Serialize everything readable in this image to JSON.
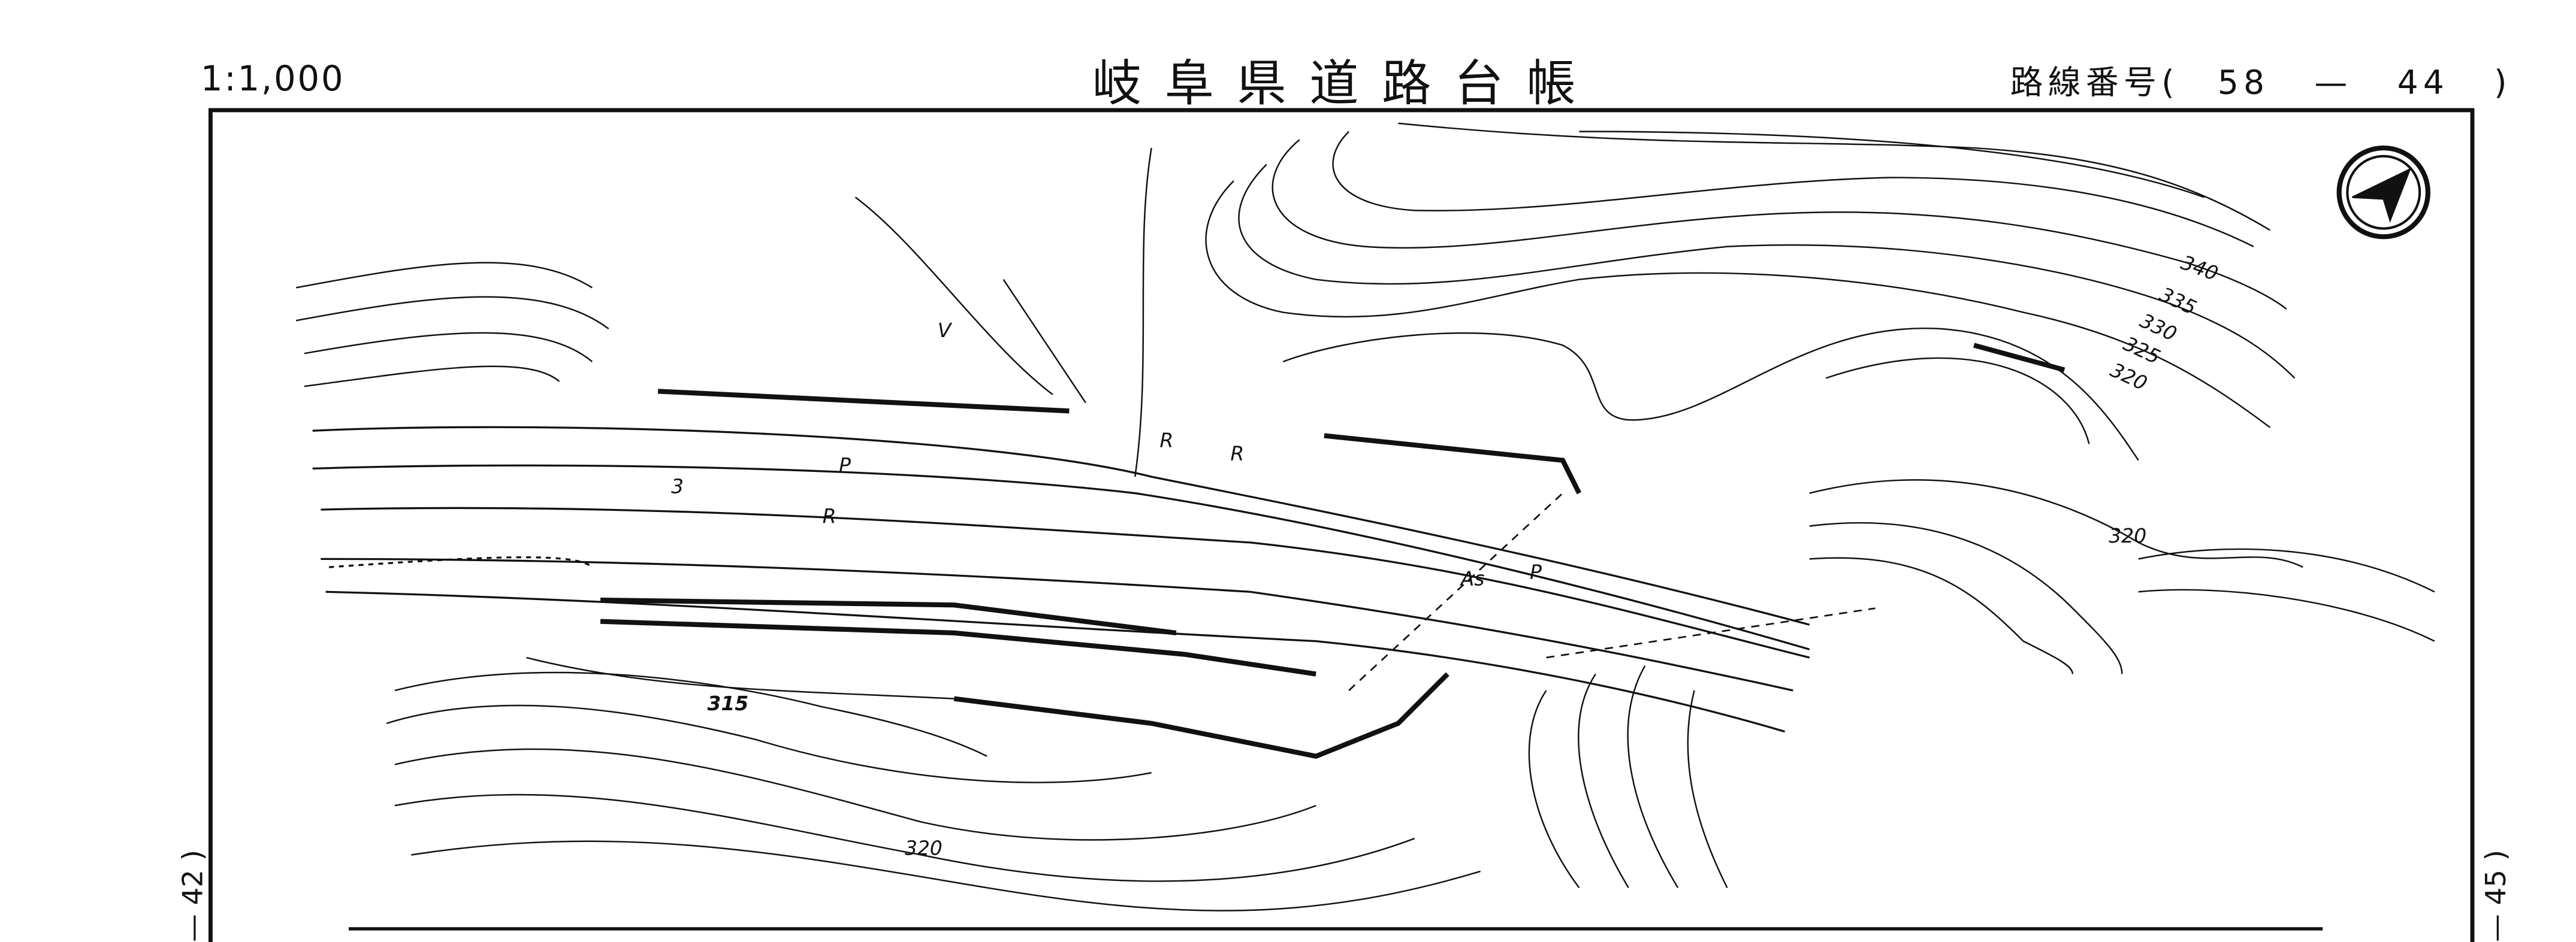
{
  "header": {
    "scale": "1:1,000",
    "title": "岐阜県道路台帳",
    "route_label": "路線番号",
    "route_open": "(",
    "route_major": "58",
    "route_dash": "—",
    "route_minor": "44",
    "route_close": ")"
  },
  "adjacent_sheets": {
    "left": "— 42 )",
    "right": "— 45 )"
  },
  "map": {
    "north_arrow": "north-arrow-icon",
    "contour_labels": [
      "340",
      "335",
      "330",
      "325",
      "320",
      "320",
      "315",
      "320"
    ],
    "symbols": [
      "R",
      "R",
      "R",
      "P",
      "P",
      "As",
      "3",
      "V"
    ]
  }
}
